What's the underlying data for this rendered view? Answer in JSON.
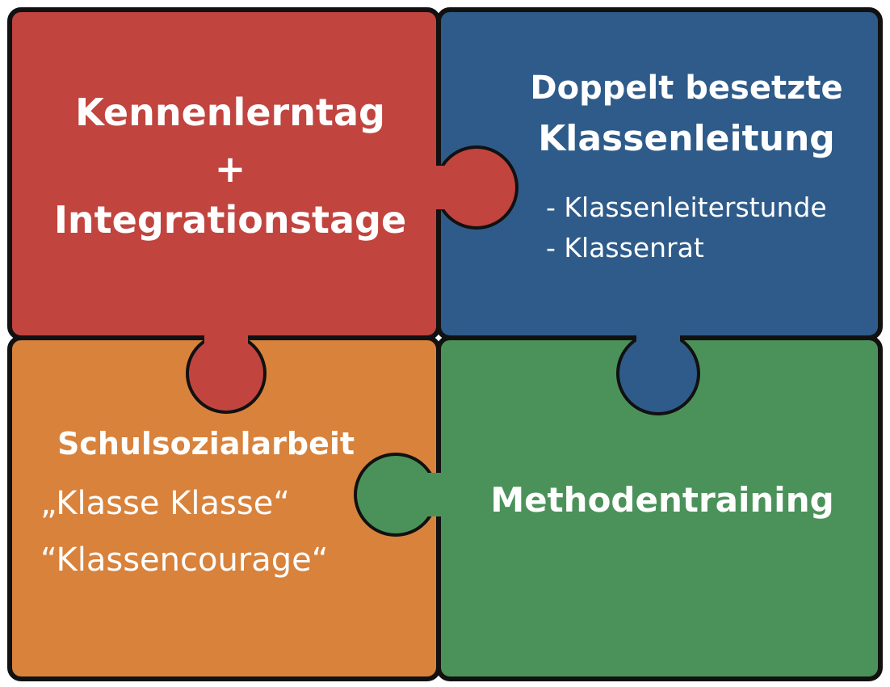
{
  "colors": {
    "red": "#c1443f",
    "blue": "#2e5b8a",
    "orange": "#d8823c",
    "green": "#4b925a"
  },
  "pieces": {
    "red": {
      "line1": "Kennenlerntag",
      "line2": "+",
      "line3": "Integrationstage"
    },
    "blue": {
      "title1": "Doppelt besetzte",
      "title2": "Klassenleitung",
      "bullets": [
        "-  Klassenleiterstunde",
        "-  Klassenrat"
      ]
    },
    "orange": {
      "title": "Schulsozialarbeit",
      "line1": "„Klasse Klasse“",
      "line2": "“Klassencourage“"
    },
    "green": {
      "title": "Methodentraining"
    }
  }
}
